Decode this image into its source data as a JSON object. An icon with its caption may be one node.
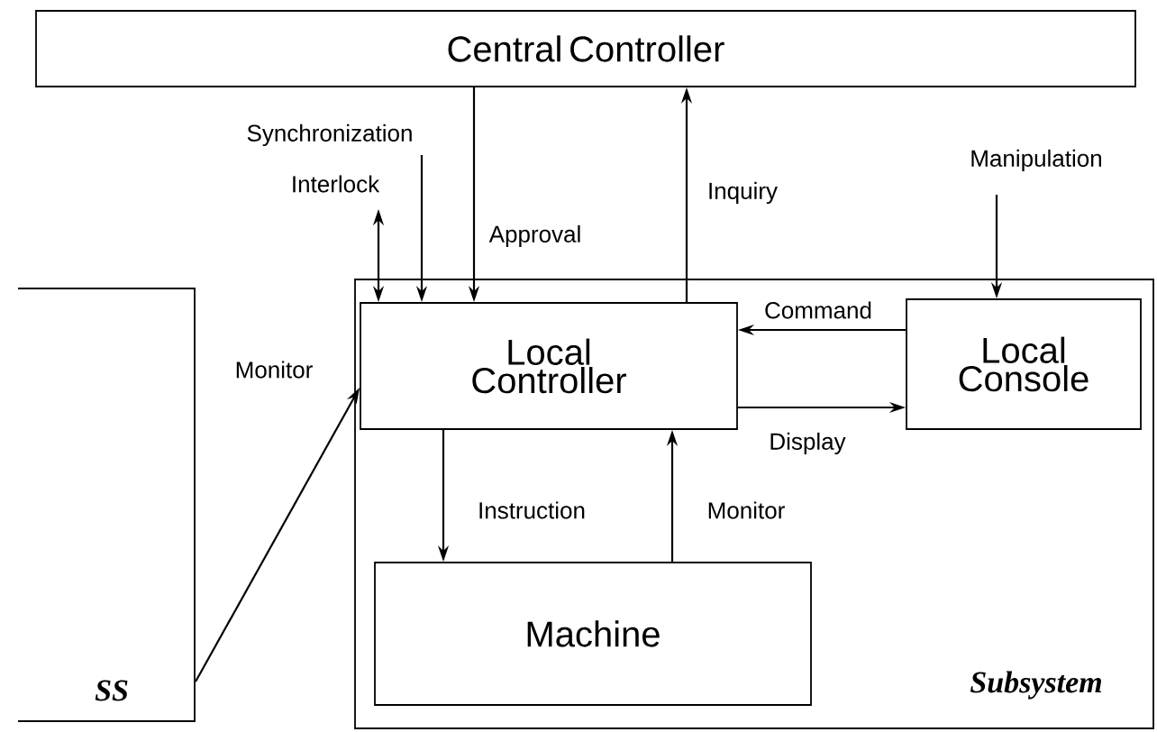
{
  "diagram": {
    "nodes": [
      {
        "text": [
          "Central Controller"
        ]
      },
      {
        "text": [
          "SS"
        ]
      },
      {
        "text": [
          "Subsystem"
        ]
      },
      {
        "text": [
          "Local Controller"
        ],
        "in": 2
      },
      {
        "text": [
          "Local Console"
        ],
        "in": 2
      },
      {
        "text": [
          "Machine"
        ],
        "in": 2
      }
    ],
    "edges": [
      {
        "from": null,
        "to": 3,
        "arrow": "to",
        "label": "Synchronization"
      },
      {
        "from": null,
        "to": 3,
        "arrow": "both",
        "label": "Interlock"
      },
      {
        "from": 0,
        "to": 3,
        "arrow": "to",
        "label": "Approval"
      },
      {
        "from": 3,
        "to": 0,
        "arrow": "to",
        "label": "Inquiry"
      },
      {
        "from": null,
        "to": 4,
        "arrow": "to",
        "label": "Manipulation"
      },
      {
        "from": 4,
        "to": 3,
        "arrow": "to",
        "label": "Command"
      },
      {
        "from": 3,
        "to": 4,
        "arrow": "to",
        "label": "Display"
      },
      {
        "from": 3,
        "to": 5,
        "arrow": "to",
        "label": "Instruction"
      },
      {
        "from": 5,
        "to": 3,
        "arrow": "to",
        "label": "Monitor"
      },
      {
        "from": 1,
        "to": 3,
        "arrow": "to",
        "label": "Monitor"
      }
    ]
  }
}
